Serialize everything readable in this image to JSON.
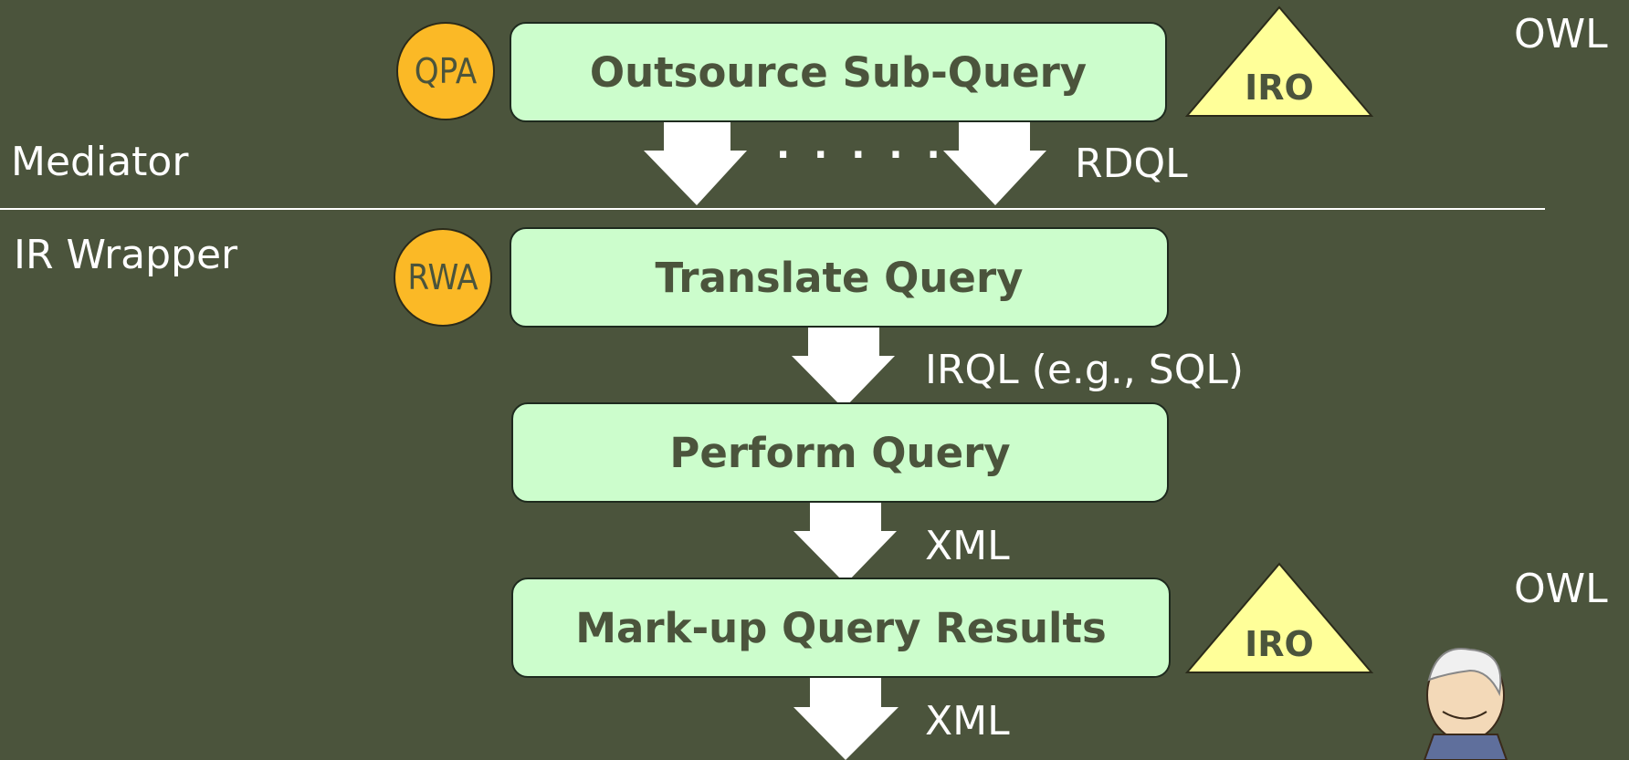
{
  "mediator_label": "Mediator",
  "wrapper_label": "IR Wrapper",
  "owl_top": "OWL",
  "owl_bottom": "OWL",
  "qpa": "QPA",
  "rwa": "RWA",
  "iro_top": "IRO",
  "iro_bottom": "IRO",
  "boxes": {
    "outsource": "Outsource Sub-Query",
    "translate": "Translate Query",
    "perform": "Perform Query",
    "markup": "Mark-up Query Results"
  },
  "edges": {
    "dots": "· · · · ·",
    "rdql": "RDQL",
    "irql": "IRQL (e.g., SQL)",
    "xml1": "XML",
    "xml2": "XML"
  },
  "colors": {
    "background": "#4b543c",
    "box_fill": "#ccfdcc",
    "circle_fill": "#fbb926",
    "triangle_fill": "#ffff99",
    "arrow": "#ffffff"
  }
}
